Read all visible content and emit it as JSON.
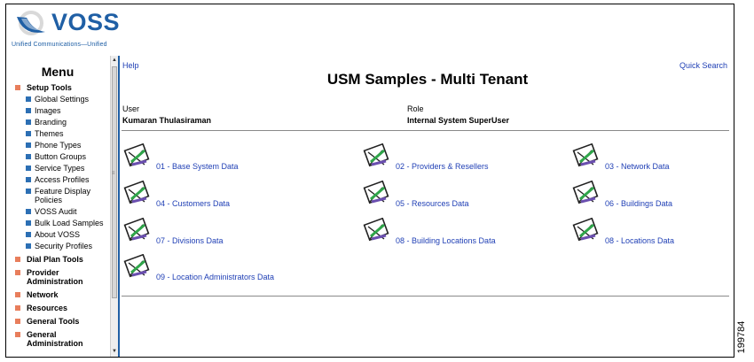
{
  "logo": {
    "name": "VOSS",
    "tagline": "Unified Communications—Unified"
  },
  "sidebar": {
    "title": "Menu",
    "sections": [
      {
        "label": "Setup Tools",
        "items": [
          {
            "label": "Global Settings"
          },
          {
            "label": "Images"
          },
          {
            "label": "Branding"
          },
          {
            "label": "Themes"
          },
          {
            "label": "Phone Types"
          },
          {
            "label": "Button Groups"
          },
          {
            "label": "Service Types"
          },
          {
            "label": "Access Profiles"
          },
          {
            "label": "Feature Display Policies"
          },
          {
            "label": "VOSS Audit"
          },
          {
            "label": "Bulk Load Samples"
          },
          {
            "label": "About VOSS"
          },
          {
            "label": "Security Profiles"
          }
        ]
      },
      {
        "label": "Dial Plan Tools"
      },
      {
        "label": "Provider Administration"
      },
      {
        "label": "Network"
      },
      {
        "label": "Resources"
      },
      {
        "label": "General Tools"
      },
      {
        "label": "General Administration"
      }
    ]
  },
  "header": {
    "help": "Help",
    "quick_search": "Quick Search",
    "title": "USM Samples - Multi Tenant"
  },
  "user": {
    "label": "User",
    "value": "Kumaran Thulasiraman"
  },
  "role": {
    "label": "Role",
    "value": "Internal System SuperUser"
  },
  "data_items": [
    {
      "label": "01 - Base System Data"
    },
    {
      "label": "02 - Providers & Resellers"
    },
    {
      "label": "03 - Network Data"
    },
    {
      "label": "04 - Customers Data"
    },
    {
      "label": "05 - Resources Data"
    },
    {
      "label": "06 - Buildings Data"
    },
    {
      "label": "07 - Divisions Data"
    },
    {
      "label": "08 - Building Locations Data"
    },
    {
      "label": "08 - Locations Data"
    },
    {
      "label": "09 - Location Administrators Data"
    }
  ],
  "figure_number": "199784",
  "colors": {
    "brand_blue": "#1f5fa5",
    "link_blue": "#1f3fb5",
    "section_bullet": "#e87e5c",
    "item_bullet": "#2c6fb4"
  }
}
